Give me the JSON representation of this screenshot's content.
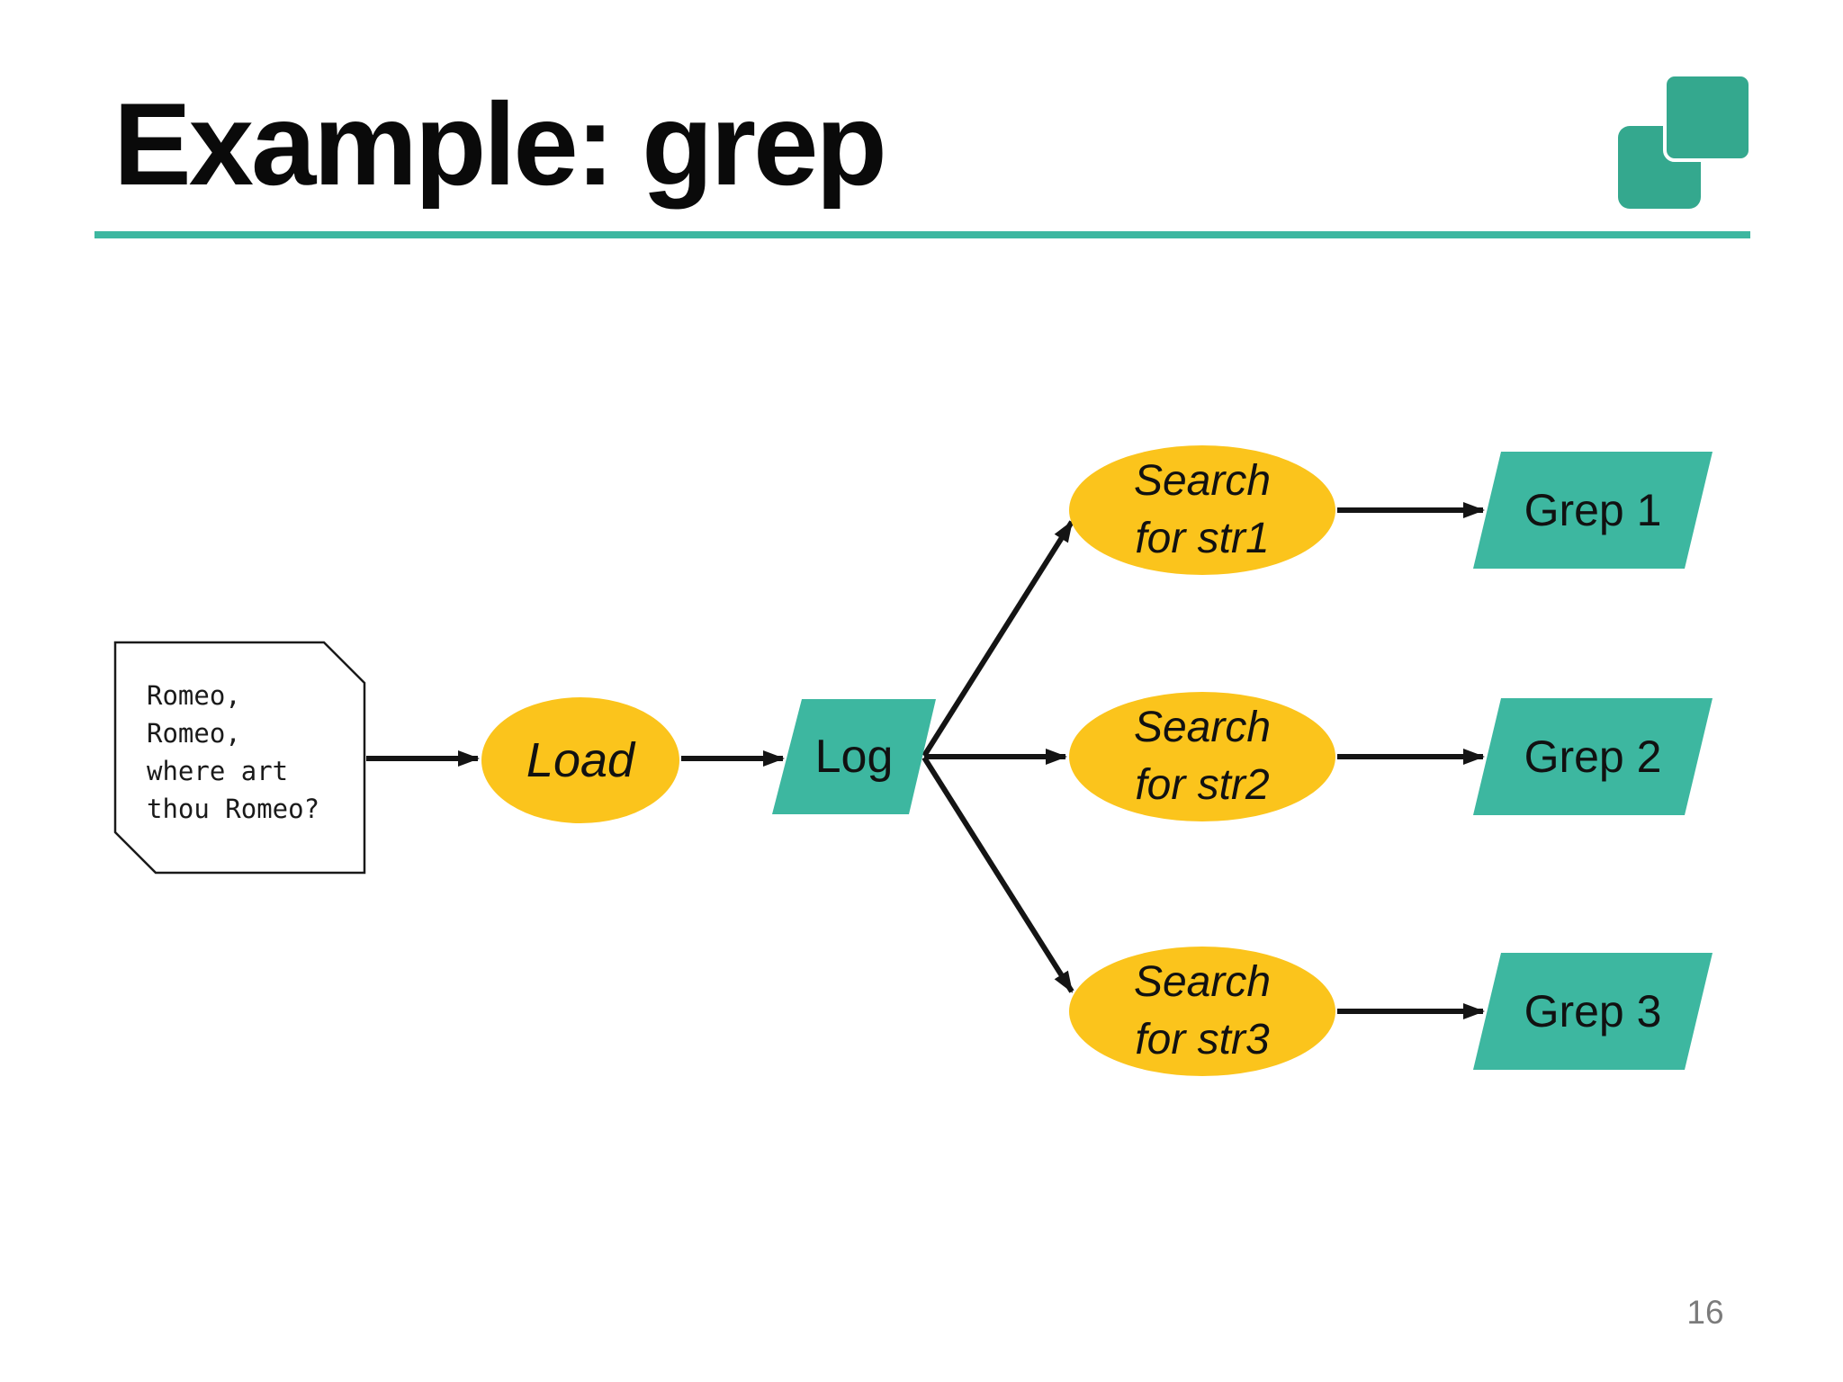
{
  "slide": {
    "title": "Example: grep",
    "page_number": "16"
  },
  "colors": {
    "teal": "#3DB7A0",
    "teal_logo": "#34A88E",
    "yellow": "#FBC41C",
    "ink": "#141414",
    "page_gray": "#7b7b7b",
    "background": "#ffffff"
  },
  "diagram": {
    "document": {
      "text": "Romeo,\nRomeo,\nwhere art\nthou Romeo?"
    },
    "nodes": [
      {
        "id": "load",
        "shape": "ellipse",
        "label": "Load"
      },
      {
        "id": "log",
        "shape": "parallelogram",
        "label": "Log"
      },
      {
        "id": "search-str1",
        "shape": "ellipse",
        "label": "Search\nfor str1"
      },
      {
        "id": "search-str2",
        "shape": "ellipse",
        "label": "Search\nfor str2"
      },
      {
        "id": "search-str3",
        "shape": "ellipse",
        "label": "Search\nfor str3"
      },
      {
        "id": "grep1",
        "shape": "parallelogram",
        "label": "Grep 1"
      },
      {
        "id": "grep2",
        "shape": "parallelogram",
        "label": "Grep 2"
      },
      {
        "id": "grep3",
        "shape": "parallelogram",
        "label": "Grep 3"
      }
    ],
    "edges": [
      {
        "from": "document",
        "to": "load"
      },
      {
        "from": "load",
        "to": "log"
      },
      {
        "from": "log",
        "to": "search-str1"
      },
      {
        "from": "log",
        "to": "search-str2"
      },
      {
        "from": "log",
        "to": "search-str3"
      },
      {
        "from": "search-str1",
        "to": "grep1"
      },
      {
        "from": "search-str2",
        "to": "grep2"
      },
      {
        "from": "search-str3",
        "to": "grep3"
      }
    ]
  }
}
